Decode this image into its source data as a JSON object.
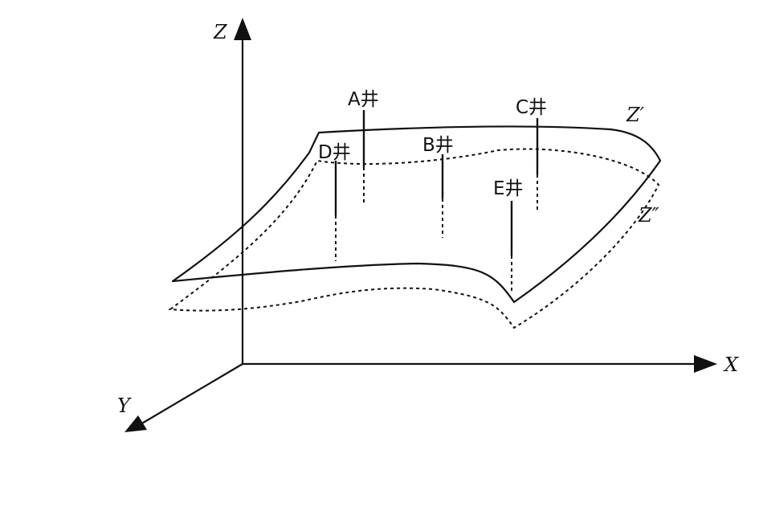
{
  "axes": {
    "z_label": "Z",
    "x_label": "X",
    "y_label": "Y"
  },
  "surfaces": {
    "upper_label": "Z′",
    "lower_label": "Z″"
  },
  "wells": {
    "a": "A井",
    "b": "B井",
    "c": "C井",
    "d": "D井",
    "e": "E井"
  }
}
